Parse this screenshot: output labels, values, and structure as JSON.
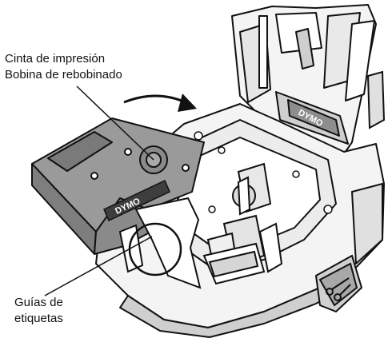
{
  "callouts": {
    "ribbon": {
      "line1": "Cinta de impresión",
      "line2": "Bobina de rebobinado"
    },
    "guides": {
      "line1": "Guías de",
      "line2": "etiquetas"
    }
  },
  "cartridge": {
    "brand": "DYMO"
  },
  "lid": {
    "brand": "DYMO"
  },
  "colors": {
    "outline": "#111111",
    "cartridge_fill": "#9a9a9a",
    "body_fill": "#f4f4f4",
    "shadow_fill": "#cfcfcf"
  },
  "icons": {
    "cutter": "scissors-icon",
    "rotate": "curved-arrow-icon"
  }
}
